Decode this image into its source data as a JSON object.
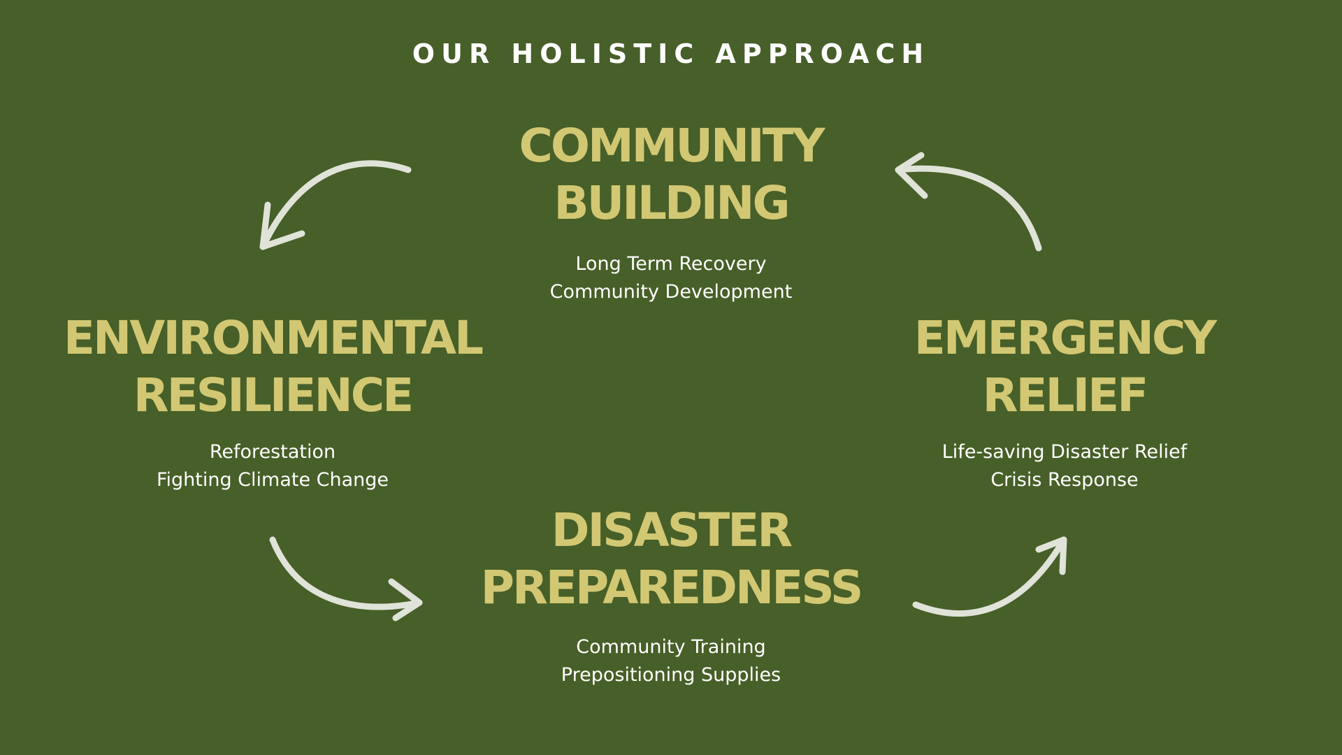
{
  "title": "OUR HOLISTIC APPROACH",
  "colors": {
    "background": "#475f28",
    "heading": "#d2c873",
    "text": "#ffffff",
    "arrow": "#dfe3d8"
  },
  "nodes": {
    "community": {
      "heading": [
        "COMMUNITY",
        "BUILDING"
      ],
      "items": [
        "Long Term Recovery",
        "Community Development"
      ]
    },
    "environmental": {
      "heading": [
        "ENVIRONMENTAL",
        "RESILIENCE"
      ],
      "items": [
        "Reforestation",
        "Fighting Climate Change"
      ]
    },
    "emergency": {
      "heading": [
        "EMERGENCY",
        "RELIEF"
      ],
      "items": [
        "Life-saving Disaster Relief",
        "Crisis Response"
      ]
    },
    "disaster": {
      "heading": [
        "DISASTER",
        "PREPAREDNESS"
      ],
      "items": [
        "Community Training",
        "Prepositioning Supplies"
      ]
    }
  },
  "arrows": [
    {
      "from": "community",
      "to": "environmental",
      "icon": "curved-arrow-icon"
    },
    {
      "from": "environmental",
      "to": "disaster",
      "icon": "curved-arrow-icon"
    },
    {
      "from": "disaster",
      "to": "emergency",
      "icon": "curved-arrow-icon"
    },
    {
      "from": "emergency",
      "to": "community",
      "icon": "curved-arrow-icon"
    }
  ]
}
